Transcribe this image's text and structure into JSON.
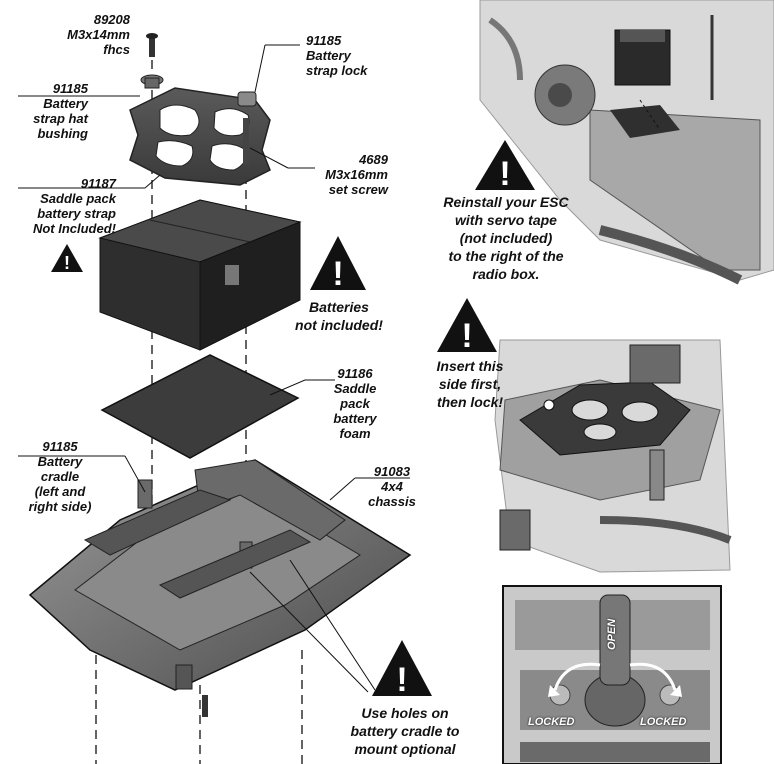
{
  "parts": {
    "fhcs": {
      "number": "89208",
      "lines": [
        "M3x14mm",
        "fhcs"
      ]
    },
    "strap_lock": {
      "number": "91185",
      "lines": [
        "Battery",
        "strap lock"
      ]
    },
    "hat_bushing": {
      "number": "91185",
      "lines": [
        "Battery",
        "strap hat",
        "bushing"
      ]
    },
    "set_screw": {
      "number": "4689",
      "lines": [
        "M3x16mm",
        "set screw"
      ]
    },
    "battery_strap": {
      "number": "91187",
      "lines": [
        "Saddle pack",
        "battery strap",
        "Not Included!"
      ]
    },
    "foam": {
      "number": "91186",
      "lines": [
        "Saddle",
        "pack",
        "battery",
        "foam"
      ]
    },
    "cradle": {
      "number": "91185",
      "lines": [
        "Battery",
        "cradle",
        "(left and",
        "right side)"
      ]
    },
    "chassis": {
      "number": "91083",
      "lines": [
        "4x4",
        "chassis"
      ]
    }
  },
  "notes": {
    "batteries": [
      "Batteries",
      "not included!"
    ],
    "esc": [
      "Reinstall your ESC",
      "with servo tape",
      "(not included)",
      "to the right of the",
      "radio box."
    ],
    "insert": [
      "Insert this",
      "side first,",
      "then lock!"
    ],
    "holes": [
      "Use holes on",
      "battery cradle to",
      "mount optional"
    ]
  },
  "lever": {
    "open": "OPEN",
    "left": "LOCKED",
    "right": "LOCKED"
  },
  "icons": [
    "warning-icon"
  ],
  "colors": {
    "part_dark": "#3a3a3a",
    "part_mid": "#6b6b6b",
    "photo_bg": "#d9d9d9",
    "ink": "#111111"
  }
}
